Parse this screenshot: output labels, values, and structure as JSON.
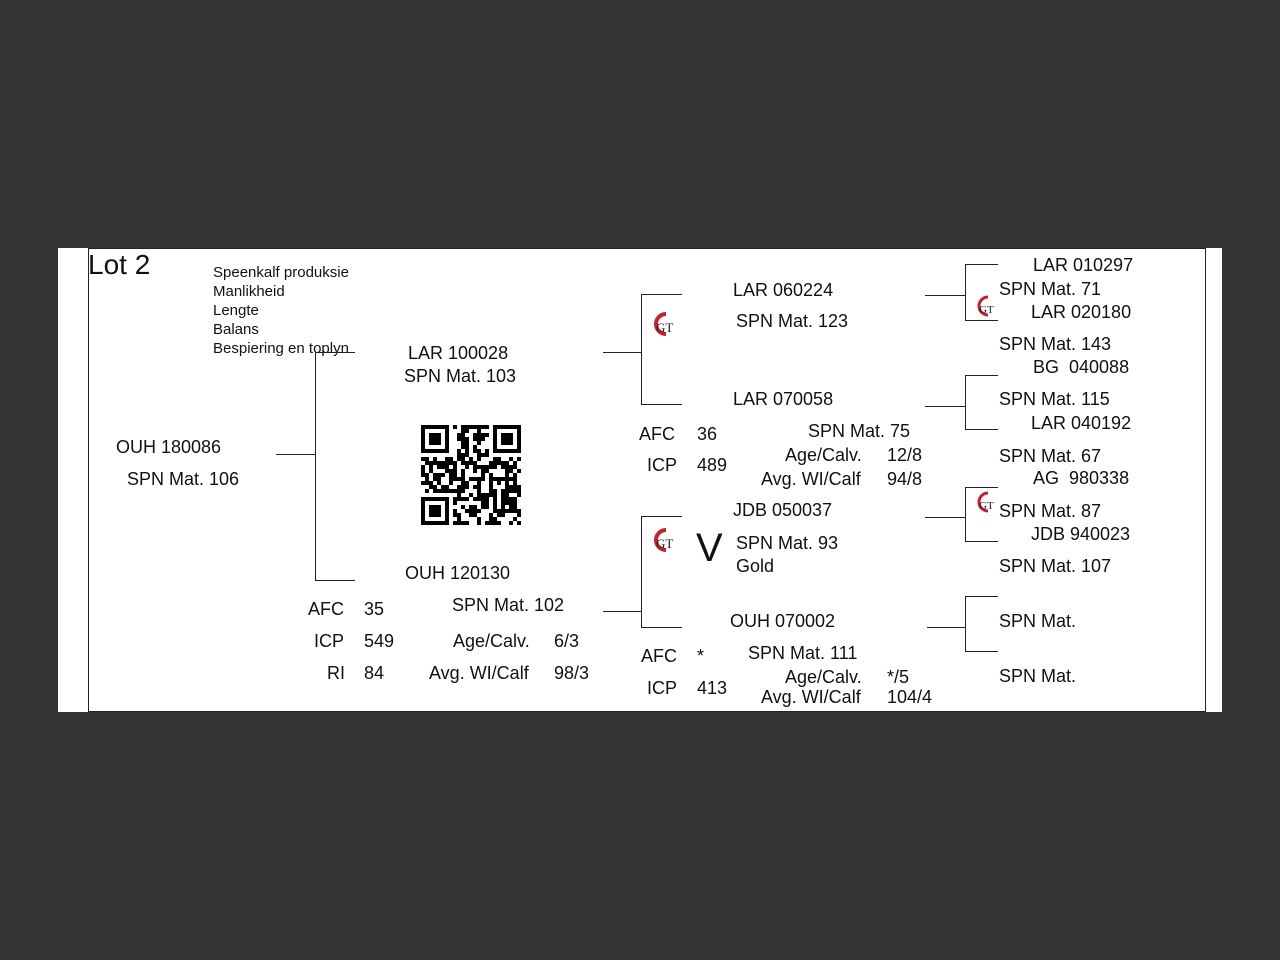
{
  "lot_title": "Lot 2",
  "traits": [
    "Speenkalf produksie",
    "Manlikheid",
    "Lengte",
    "Balans",
    "Bespiering en toplyn"
  ],
  "animal": {
    "id": "OUH 180086",
    "mat": "SPN Mat. 106"
  },
  "sire": {
    "id": "LAR 100028",
    "mat": "SPN Mat. 103"
  },
  "dam": {
    "id": "OUH 120130",
    "mat": "SPN Mat. 102",
    "afc_label": "AFC",
    "afc": "35",
    "icp_label": "ICP",
    "icp": "549",
    "ri_label": "RI",
    "ri": "84",
    "age_label": "Age/Calv.",
    "age": "6/3",
    "wi_label": "Avg. WI/Calf",
    "wi": "98/3"
  },
  "sire_sire": {
    "id": "LAR 060224",
    "mat": "SPN Mat. 123"
  },
  "sire_dam": {
    "id": "LAR 070058",
    "mat": "SPN Mat. 75",
    "afc_label": "AFC",
    "afc": "36",
    "icp_label": "ICP",
    "icp": "489",
    "age_label": "Age/Calv.",
    "age": "12/8",
    "wi_label": "Avg. WI/Calf",
    "wi": "94/8"
  },
  "dam_sire": {
    "id": "JDB 050037",
    "mat": "SPN Mat. 93",
    "grade": "Gold",
    "mark": "V"
  },
  "dam_dam": {
    "id": "OUH 070002",
    "mat": "SPN Mat. 111",
    "afc_label": "AFC",
    "afc": "*",
    "icp_label": "ICP",
    "icp": "413",
    "age_label": "Age/Calv.",
    "age": "*/5",
    "wi_label": "Avg. WI/Calf",
    "wi": "104/4"
  },
  "gen3": [
    {
      "id": "LAR 010297",
      "mat": "SPN Mat. 71"
    },
    {
      "id": "LAR 020180",
      "mat": "SPN Mat. 143"
    },
    {
      "id": "BG  040088",
      "mat": "SPN Mat. 115"
    },
    {
      "id": "LAR 040192",
      "mat": "SPN Mat. 67"
    },
    {
      "id": "AG  980338",
      "mat": "SPN Mat. 87"
    },
    {
      "id": "JDB 940023",
      "mat": "SPN Mat. 107"
    },
    {
      "id": "",
      "mat": "SPN Mat."
    },
    {
      "id": "",
      "mat": "SPN Mat."
    }
  ],
  "logo_text": "GT",
  "colors": {
    "background": "#333333",
    "paper": "#ffffff",
    "logo_red": "#c8202a"
  }
}
